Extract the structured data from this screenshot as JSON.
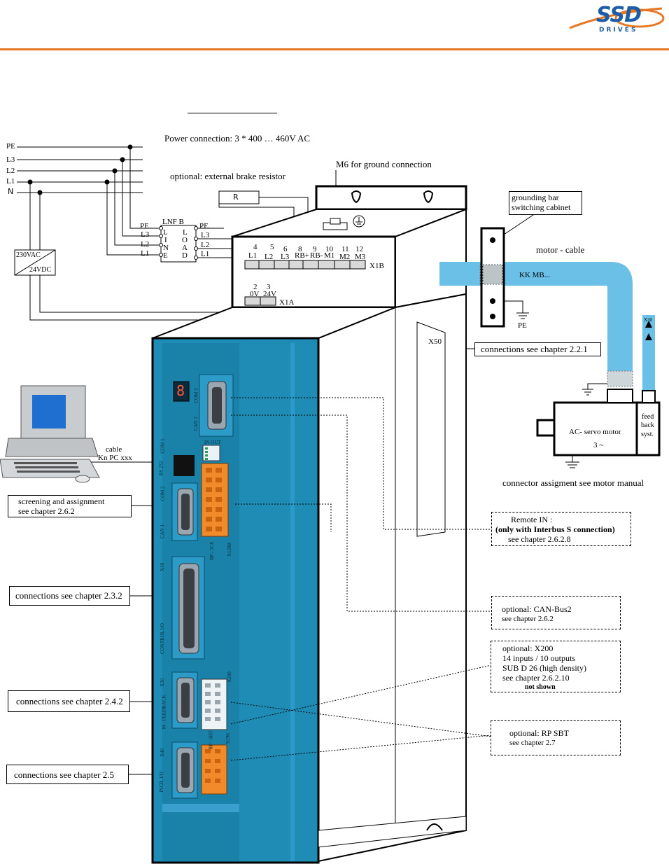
{
  "header": {
    "logo_text": "SSD",
    "logo_subtext": "DRIVES",
    "accent_color": "#E87722"
  },
  "supply": {
    "title": "Power connection: 3 * 400 … 460V AC",
    "lines": [
      "PE",
      "L3",
      "L2",
      "L1",
      "N"
    ],
    "psu_in": "230VAC",
    "psu_out": "24VDC"
  },
  "brake": {
    "label": "optional: external brake resistor",
    "resistor": "R"
  },
  "filter": {
    "name": "LNF B",
    "in_terms": [
      "PE",
      "L3",
      "L2",
      "L1"
    ],
    "line_word": [
      "L",
      "I",
      "N",
      "E"
    ],
    "load_word": [
      "L",
      "O",
      "A",
      "D"
    ],
    "out_terms": [
      "PE",
      "L3",
      "L2",
      "L1"
    ]
  },
  "ground_label": "M6 for ground connection",
  "x1b": {
    "label": "X1B",
    "numbers": [
      "4",
      "5",
      "6",
      "8",
      "9",
      "10",
      "11",
      "12"
    ],
    "terms": [
      "L1",
      "L2",
      "L3",
      "RB+",
      "RB-",
      "M1",
      "M2",
      "M3"
    ]
  },
  "x1a": {
    "label": "X1A",
    "numbers": [
      "2",
      "3"
    ],
    "terms": [
      "0V",
      "24V"
    ]
  },
  "motor": {
    "grounding_bar": "grounding bar",
    "switching_cabinet": "switching cabinet",
    "cable_label": "motor - cable",
    "cable_type": "KK MB...",
    "pe_label": "PE",
    "x30_tag": "X30",
    "servo_line1": "AC-  servo motor",
    "servo_line2": "3 ~",
    "feedback": [
      "feed",
      "back",
      "syst."
    ],
    "manual_note": "connector assigment see motor manual"
  },
  "x50": {
    "label": "X50",
    "note": "connections see chapter 2.2.1"
  },
  "pc": {
    "cable_line1": "cable",
    "cable_line2": "Kn PC xxx"
  },
  "left_notes": {
    "screening_line1": "screening and assignment",
    "screening_line2": "see chapter 2.6.2",
    "x10": "connections see chapter 2.3.2",
    "x30": "connections see chapter 2.4.2",
    "x40": "connections see chapter 2.5"
  },
  "right_notes": {
    "remote_line1": "Remote IN :",
    "remote_line2": "(only with Interbus S connection)",
    "remote_line3": "see chapter 2.6.2.8",
    "can_line1": "optional: CAN-Bus2",
    "can_line2": "see chapter 2.6.2",
    "x200_line1": "optional: X200",
    "x200_line2": "14  inputs / 10 outputs",
    "x200_line3": "SUB D 26 (high density)",
    "x200_line4": "see chapter 2.6.2.10",
    "x200_line5": "not shown",
    "rp_line1": "optional: RP SBT",
    "rp_line2": "see chapter 2.7"
  },
  "panel_labels": {
    "com3": "COM 3",
    "can2": "CAN 2",
    "com1": "COM 1",
    "rs232": "RS 232",
    "inout": "IN OUT",
    "com2": "COM 2",
    "can1": "CAN 1",
    "x120b": "X120B",
    "rp_2c8": "RP - 2C8",
    "x10": "X10",
    "control_io": "CONTROL I/O",
    "x30": "X30",
    "m_feedback": "M - FEEDBACK",
    "x280": "X280",
    "rp_sbt": "RP - SBT",
    "x290": "X290",
    "x40": "X40",
    "incr_io": "INCR. I/O",
    "display": "8"
  },
  "colors": {
    "panel": "#1E8CB4",
    "panel_dark": "#13678A",
    "cable": "#6BC0E8",
    "terminal_orange": "#F08A2A",
    "screen_blue": "#1E6FD0"
  }
}
